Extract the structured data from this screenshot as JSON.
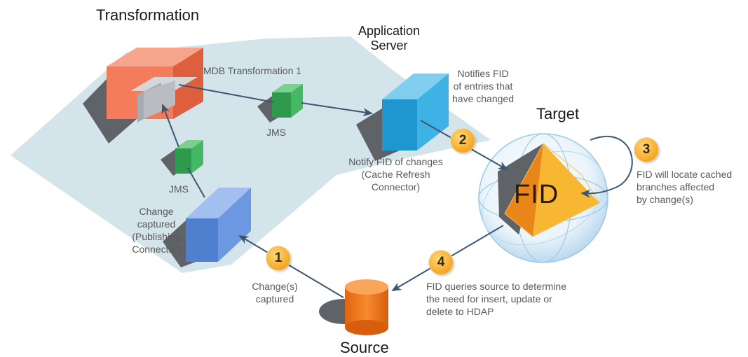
{
  "titles": {
    "transformation": "Transformation",
    "application_server": "Application\nServer",
    "target": "Target",
    "source": "Source"
  },
  "labels": {
    "mdb_transformation": "MDB Transformation 1",
    "jms_top": "JMS",
    "jms_left": "JMS",
    "notifies_fid": "Notifies FID\nof entries that\nhave changed",
    "notify_fid_changes": "Notify FID of changes\n(Cache Refresh\nConnector)",
    "change_captured": "Change\ncaptured\n(Publishing\nConnector)",
    "changes_captured": "Change(s)\ncaptured",
    "fid_locate": "FID will locate cached\nbranches affected\nby change(s)",
    "fid_queries": "FID queries source to determine\nthe need for insert, update or\ndelete to HDAP",
    "fid": "FID"
  },
  "badges": [
    "1",
    "2",
    "3",
    "4"
  ],
  "colors": {
    "server_region": "#d3e4ea",
    "transformation_box": "#f47c5c",
    "mdb_box": "#b9bcc0",
    "jms_box": "#3aa655",
    "app_server_box": "#29a3d9",
    "publishing_box": "#5b8bd6",
    "source_cylinder": "#f47920",
    "fid_pyramid": "#f5a623",
    "arrow": "#3d5670"
  }
}
